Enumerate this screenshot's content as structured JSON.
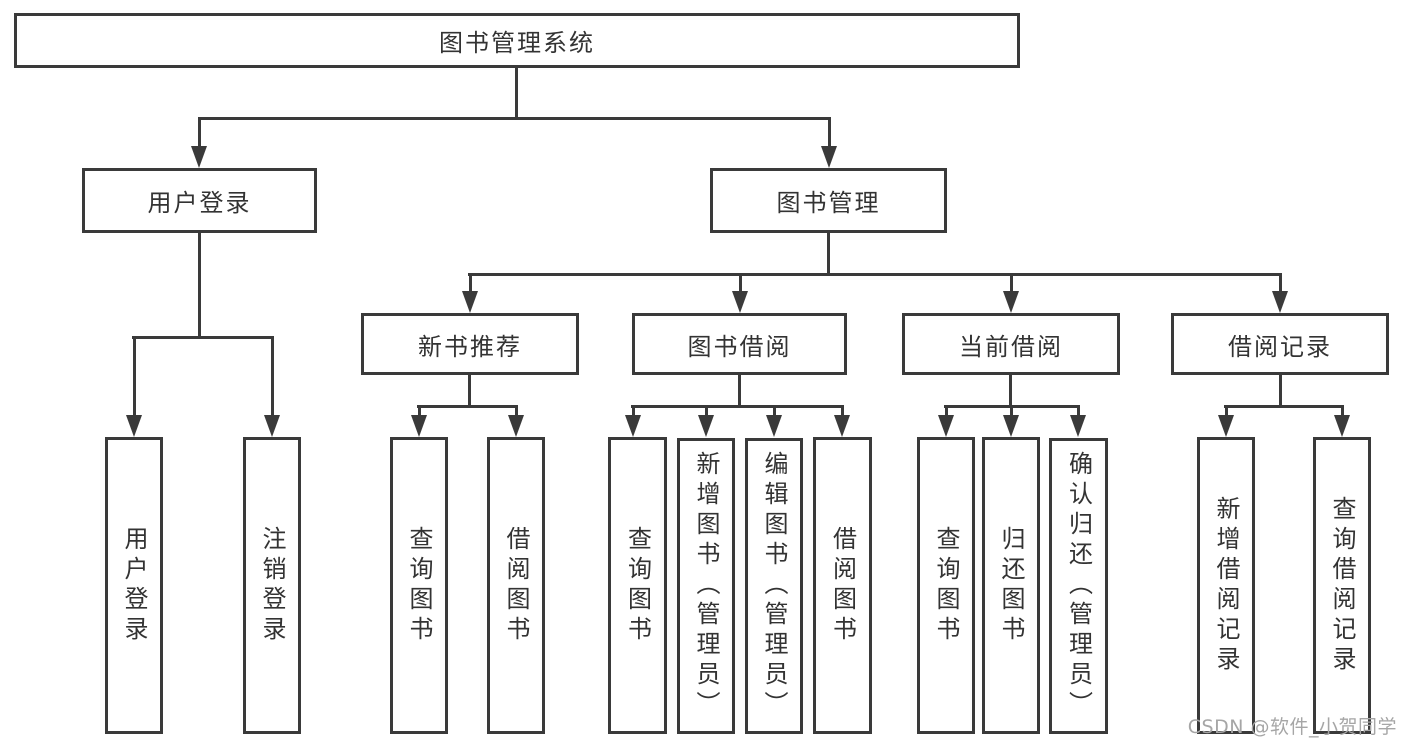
{
  "tree": {
    "root": {
      "label": "图书管理系统"
    },
    "branches": [
      {
        "label": "用户登录",
        "children": [
          {
            "label": "用户登录"
          },
          {
            "label": "注销登录"
          }
        ]
      },
      {
        "label": "图书管理",
        "children": [
          {
            "label": "新书推荐",
            "children": [
              {
                "label": "查询图书"
              },
              {
                "label": "借阅图书"
              }
            ]
          },
          {
            "label": "图书借阅",
            "children": [
              {
                "label": "查询图书"
              },
              {
                "label": "新增图书（管理员）"
              },
              {
                "label": "编辑图书（管理员）"
              },
              {
                "label": "借阅图书"
              }
            ]
          },
          {
            "label": "当前借阅",
            "children": [
              {
                "label": "查询图书"
              },
              {
                "label": "归还图书"
              },
              {
                "label": "确认归还（管理员）"
              }
            ]
          },
          {
            "label": "借阅记录",
            "children": [
              {
                "label": "新增借阅记录"
              },
              {
                "label": "查询借阅记录"
              }
            ]
          }
        ]
      }
    ]
  },
  "watermark": {
    "text": "CSDN @软件_小贺同学"
  },
  "colors": {
    "line": "#3a3a3a",
    "box_border": "#3a3a3a",
    "text": "#333333",
    "watermark": "#a6a6a6",
    "background": "#ffffff"
  }
}
